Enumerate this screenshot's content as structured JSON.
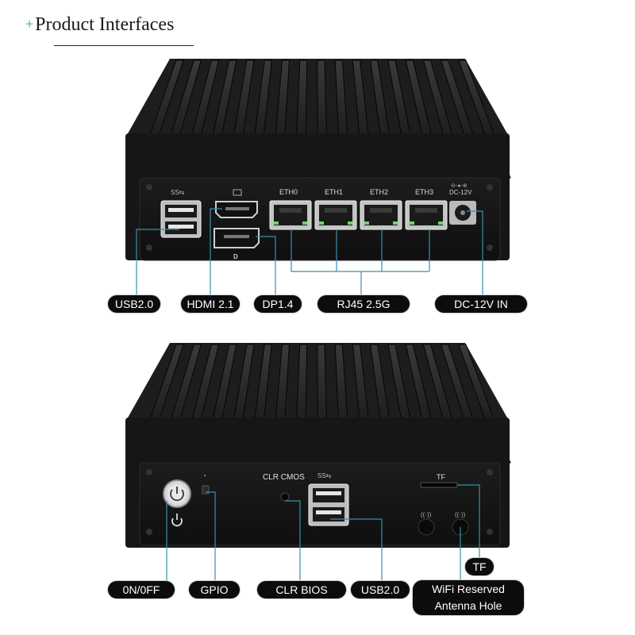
{
  "heading": {
    "plus": "+",
    "title": "Product Interfaces"
  },
  "front_panel": {
    "ports": [
      "ETH0",
      "ETH1",
      "ETH2",
      "ETH3"
    ],
    "dc_label": "DC-12V",
    "usb_mark": "SS⇆"
  },
  "back_panel": {
    "clr_cmos_label": "CLR CMOS",
    "tf_label": "TF",
    "usb_mark": "SS⇆"
  },
  "callouts_front": {
    "usb": "USB2.0",
    "hdmi": "HDMI 2.1",
    "dp": "DP1.4",
    "rj45": "RJ45 2.5G",
    "dc": "DC-12V IN"
  },
  "callouts_back": {
    "power": "0N/0FF",
    "gpio": "GPIO",
    "clr": "CLR BIOS",
    "usb": "USB2.0",
    "tf": "TF",
    "wifi_line1": "WiFi Reserved",
    "wifi_line2": "Antenna Hole"
  },
  "colors": {
    "accent": "#3a8fb0",
    "chassis": "#141414",
    "pill": "#0c0c0c"
  }
}
